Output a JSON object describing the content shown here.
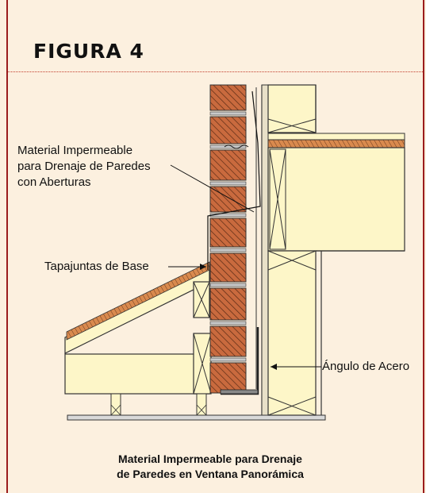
{
  "figure": {
    "title": "FIGURA 4",
    "caption_line1": "Material Impermeable para Drenaje",
    "caption_line2": "de Paredes en Ventana Panorámica"
  },
  "labels": {
    "membrane_line1": "Material Impermeable",
    "membrane_line2": "para Drenaje de Paredes",
    "membrane_line3": "con Aberturas",
    "base_flashing": "Tapajuntas de Base",
    "steel_angle": "Ángulo de Acero"
  },
  "colors": {
    "frame_border": "#9B1C1C",
    "background": "#FCF0DF",
    "brick": "#C96A3E",
    "wood": "#FDF6C8",
    "mortar": "#C9C9C9"
  }
}
